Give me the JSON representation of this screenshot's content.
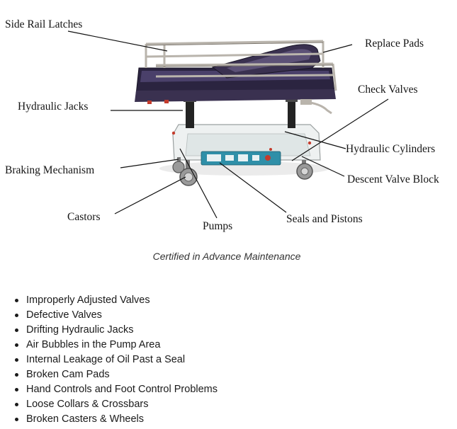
{
  "diagram": {
    "labels": {
      "side_rail_latches": "Side Rail Latches",
      "replace_pads": "Replace Pads",
      "check_valves": "Check Valves",
      "hydraulic_jacks": "Hydraulic Jacks",
      "hydraulic_cylinders": "Hydraulic Cylinders",
      "braking_mechanism": "Braking Mechanism",
      "descent_valve_block": "Descent Valve Block",
      "castors": "Castors",
      "pumps": "Pumps",
      "seals_and_pistons": "Seals and Pistons"
    }
  },
  "caption": "Certified in Advance Maintenance",
  "issues": [
    "Improperly Adjusted Valves",
    "Defective Valves",
    "Drifting Hydraulic Jacks",
    "Air Bubbles in the Pump Area",
    "Internal Leakage of Oil Past a Seal",
    "Broken Cam Pads",
    "Hand Controls and Foot Control Problems",
    "Loose Collars & Crossbars",
    "Broken Casters & Wheels"
  ],
  "colors": {
    "pad": "#3a3150",
    "pad_highlight": "#6b5f86",
    "rail": "#b9b4ac",
    "base": "#e9eeee",
    "column": "#232323",
    "control_panel": "#2f8fa8",
    "wheel": "#8a8a8a"
  }
}
